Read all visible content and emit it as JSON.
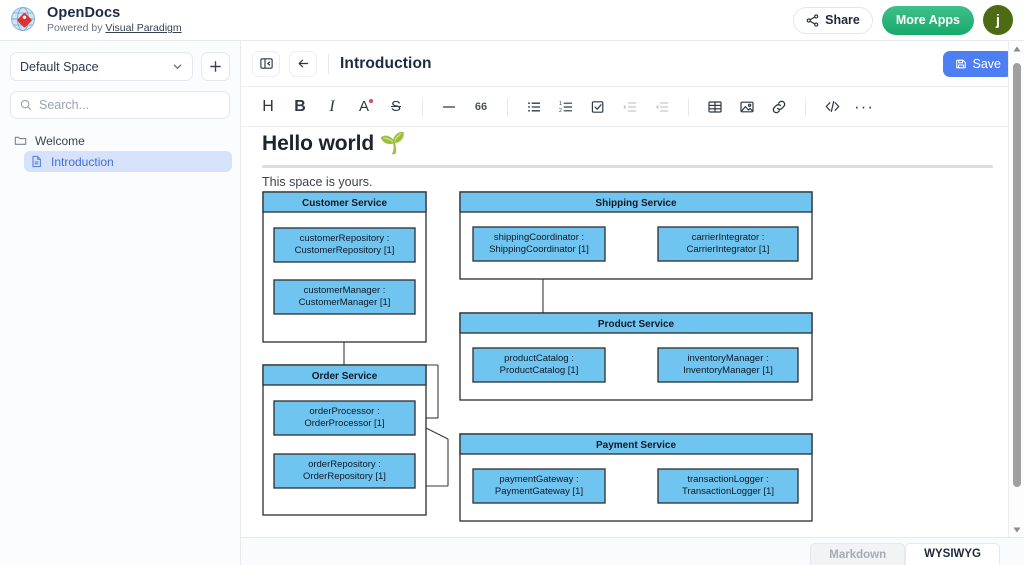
{
  "app": {
    "brand_title": "OpenDocs",
    "brand_powered_prefix": "Powered by ",
    "brand_powered_link": "Visual Paradigm",
    "logo_icon": "globe-diamond-logo-icon"
  },
  "topbar": {
    "share_label": "Share",
    "share_icon": "share-nodes-icon",
    "more_apps_label": "More Apps",
    "avatar_initial": "j",
    "avatar_color": "#4c6b12",
    "more_apps_color": "#19a96d"
  },
  "sidebar": {
    "space_selected": "Default Space",
    "space_chevron_icon": "chevron-down-icon",
    "add_icon": "plus-icon",
    "search_placeholder": "Search...",
    "search_icon": "search-icon",
    "tree": [
      {
        "label": "Welcome",
        "icon": "folder-icon",
        "active": false,
        "level": 0
      },
      {
        "label": "Introduction",
        "icon": "file-doc-icon",
        "active": true,
        "level": 1
      }
    ]
  },
  "doc_header": {
    "panel_toggle_icon": "sidebar-collapse-icon",
    "back_icon": "arrow-left-icon",
    "title": "Introduction",
    "save_label": "Save",
    "save_icon": "floppy-save-icon",
    "save_color": "#4e7ff2"
  },
  "toolbar": {
    "items": [
      {
        "name": "heading-icon",
        "glyph": "H",
        "disabled": false
      },
      {
        "name": "bold-icon",
        "glyph": "B",
        "disabled": false
      },
      {
        "name": "italic-icon",
        "glyph": "I",
        "disabled": false
      },
      {
        "name": "text-color-icon",
        "glyph": "A",
        "disabled": false
      },
      {
        "name": "strikethrough-icon",
        "glyph": "S",
        "disabled": false
      },
      {
        "name": "separator",
        "glyph": "",
        "disabled": false
      },
      {
        "name": "horizontal-rule-icon",
        "glyph": "—",
        "disabled": false
      },
      {
        "name": "blockquote-icon",
        "glyph": "66",
        "disabled": false
      },
      {
        "name": "separator",
        "glyph": "",
        "disabled": false
      },
      {
        "name": "bullet-list-icon",
        "glyph": "",
        "disabled": false
      },
      {
        "name": "numbered-list-icon",
        "glyph": "",
        "disabled": false
      },
      {
        "name": "checklist-icon",
        "glyph": "",
        "disabled": false
      },
      {
        "name": "indent-icon",
        "glyph": "",
        "disabled": true
      },
      {
        "name": "outdent-icon",
        "glyph": "",
        "disabled": true
      },
      {
        "name": "separator",
        "glyph": "",
        "disabled": false
      },
      {
        "name": "table-icon",
        "glyph": "",
        "disabled": false
      },
      {
        "name": "image-icon",
        "glyph": "",
        "disabled": false
      },
      {
        "name": "link-icon",
        "glyph": "",
        "disabled": false
      },
      {
        "name": "separator",
        "glyph": "",
        "disabled": false
      },
      {
        "name": "code-icon",
        "glyph": "</>",
        "disabled": false
      },
      {
        "name": "more-options-icon",
        "glyph": "···",
        "disabled": false
      }
    ]
  },
  "document": {
    "heading": "Hello world 🌱",
    "paragraph": "This space is yours."
  },
  "bottombar": {
    "tabs": [
      {
        "label": "Markdown",
        "active": false
      },
      {
        "label": "WYSIWYG",
        "active": true
      }
    ]
  },
  "diagram": {
    "type": "uml-component-diagram",
    "fill": "#6fc5ef",
    "stroke": "#2d2d2d",
    "packages": [
      {
        "title": "Customer Service",
        "nodes": [
          {
            "line1": "customerRepository :",
            "line2": "CustomerRepository [1]"
          },
          {
            "line1": "customerManager :",
            "line2": "CustomerManager [1]"
          }
        ]
      },
      {
        "title": "Order Service",
        "nodes": [
          {
            "line1": "orderProcessor :",
            "line2": "OrderProcessor [1]"
          },
          {
            "line1": "orderRepository :",
            "line2": "OrderRepository [1]"
          }
        ]
      },
      {
        "title": "Shipping Service",
        "nodes": [
          {
            "line1": "shippingCoordinator :",
            "line2": "ShippingCoordinator [1]"
          },
          {
            "line1": "carrierIntegrator :",
            "line2": "CarrierIntegrator [1]"
          }
        ]
      },
      {
        "title": "Product Service",
        "nodes": [
          {
            "line1": "productCatalog :",
            "line2": "ProductCatalog [1]"
          },
          {
            "line1": "inventoryManager :",
            "line2": "InventoryManager [1]"
          }
        ]
      },
      {
        "title": "Payment Service",
        "nodes": [
          {
            "line1": "paymentGateway :",
            "line2": "PaymentGateway [1]"
          },
          {
            "line1": "transactionLogger :",
            "line2": "TransactionLogger [1]"
          }
        ]
      }
    ]
  },
  "scrollbar": {
    "up_icon": "caret-up-icon",
    "down_icon": "caret-down-icon"
  }
}
